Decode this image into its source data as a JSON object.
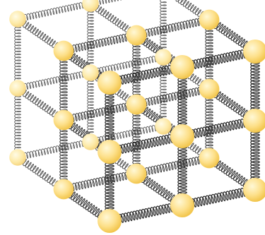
{
  "figure": {
    "subject": "spring-lattice-cube",
    "grid_size": 3,
    "colors": {
      "background": "#ffffff",
      "spring": "#2a2a2a",
      "sphere_light": "#fff6c8",
      "sphere_mid": "#fde08a",
      "sphere_dark": "#f2c44a"
    },
    "icons": [
      "atom-sphere",
      "spring-coil"
    ]
  }
}
